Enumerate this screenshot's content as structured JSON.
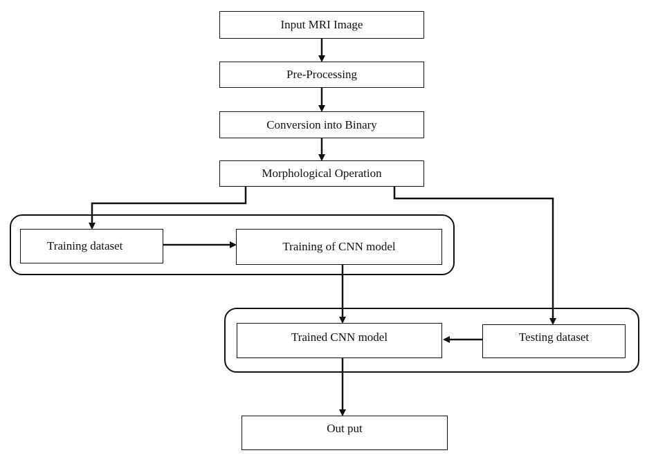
{
  "nodes": {
    "input_mri_image": "Input MRI Image",
    "pre_processing": "Pre-Processing",
    "conversion_into_binary": "Conversion into Binary",
    "morphological_operation": "Morphological Operation",
    "training_dataset": "Training dataset",
    "training_of_cnn_model": "Training of CNN model",
    "trained_cnn_model": "Trained CNN model",
    "testing_dataset": "Testing dataset",
    "output": "Out put"
  },
  "edges": [
    {
      "from": "input_mri_image",
      "to": "pre_processing"
    },
    {
      "from": "pre_processing",
      "to": "conversion_into_binary"
    },
    {
      "from": "conversion_into_binary",
      "to": "morphological_operation"
    },
    {
      "from": "morphological_operation",
      "to": "training_dataset"
    },
    {
      "from": "morphological_operation",
      "to": "testing_dataset"
    },
    {
      "from": "training_dataset",
      "to": "training_of_cnn_model"
    },
    {
      "from": "training_of_cnn_model",
      "to": "trained_cnn_model"
    },
    {
      "from": "testing_dataset",
      "to": "trained_cnn_model"
    },
    {
      "from": "trained_cnn_model",
      "to": "output"
    }
  ]
}
